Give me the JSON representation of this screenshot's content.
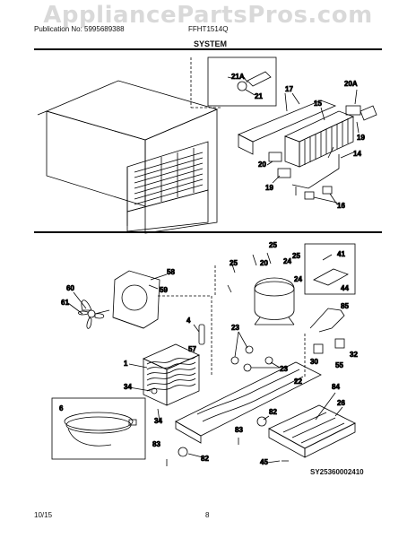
{
  "watermark": "AppliancePartsPros.com",
  "header": {
    "publication": "Publication No: 5995689388",
    "model": "FFHT1514Q",
    "section": "SYSTEM"
  },
  "callouts": {
    "c21A": "21A",
    "c21": "21",
    "c17": "17",
    "c15": "15",
    "c20A": "20A",
    "c19a": "19",
    "c20": "20",
    "c14": "14",
    "c19b": "19",
    "c16": "16",
    "c25a": "25",
    "c25b": "25",
    "c25c": "25",
    "c20b": "20",
    "c24a": "24",
    "c24b": "24",
    "c41": "41",
    "c44": "44",
    "c58": "58",
    "c59": "59",
    "c60": "60",
    "c61": "61",
    "c85": "85",
    "c4": "4",
    "c23a": "23",
    "c57": "57",
    "c1": "1",
    "c23b": "23",
    "c30": "30",
    "c55": "55",
    "c32": "32",
    "c34a": "34",
    "c22": "22",
    "c84": "84",
    "c26": "26",
    "c6": "6",
    "c34b": "34",
    "c82a": "82",
    "c83a": "83",
    "c83b": "83",
    "c82b": "82",
    "c45": "45"
  },
  "footer": {
    "drawing_no": "SY25360002410",
    "date": "10/15",
    "page": "8"
  }
}
